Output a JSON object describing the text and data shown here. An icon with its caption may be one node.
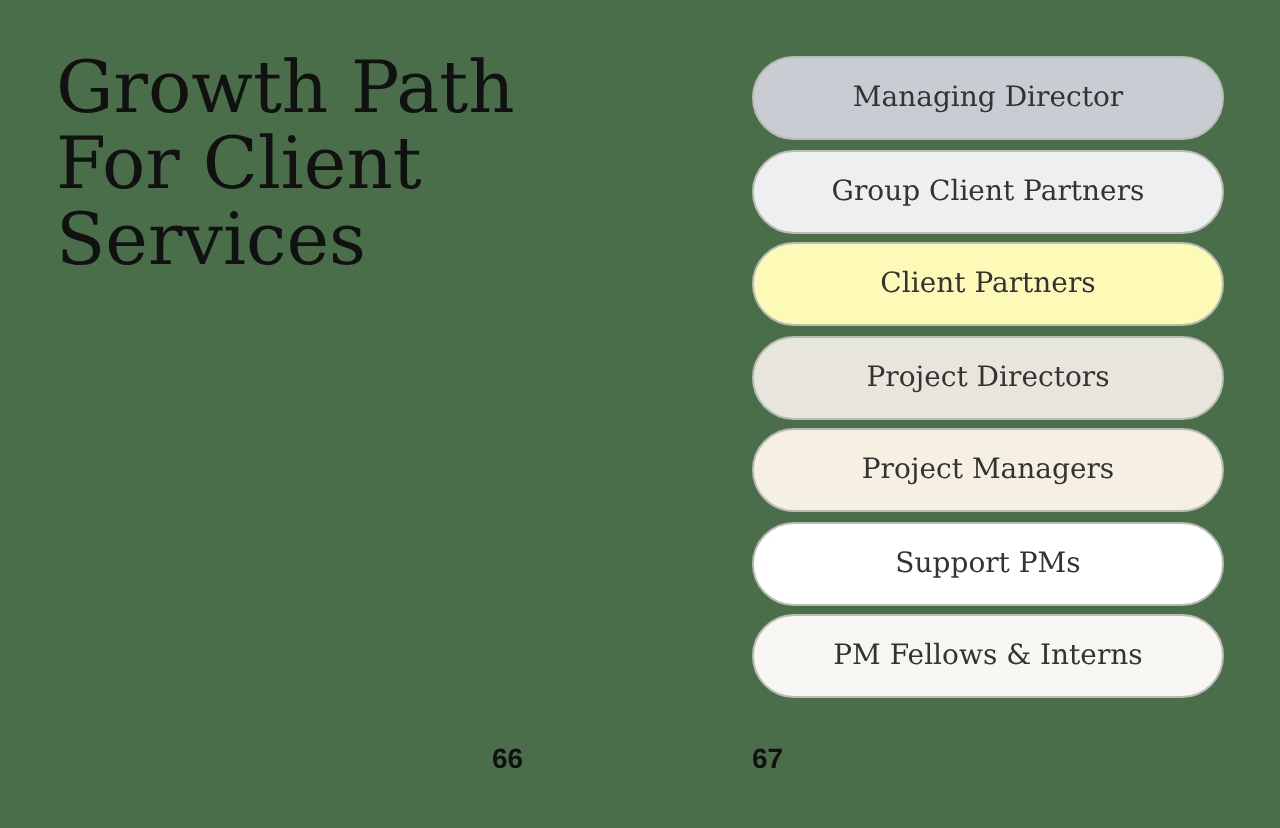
{
  "diagram": {
    "title": "Growth Path For Client Services",
    "nodes": [
      {
        "text": [
          "Managing Director"
        ]
      },
      {
        "text": [
          "Group Client Partners"
        ]
      },
      {
        "text": [
          "Client Partners"
        ]
      },
      {
        "text": [
          "Project Directors"
        ]
      },
      {
        "text": [
          "Project Managers"
        ]
      },
      {
        "text": [
          "Support PMs"
        ]
      },
      {
        "text": [
          "PM Fellows & Interns"
        ]
      }
    ],
    "labels": [
      "66",
      "67"
    ]
  }
}
